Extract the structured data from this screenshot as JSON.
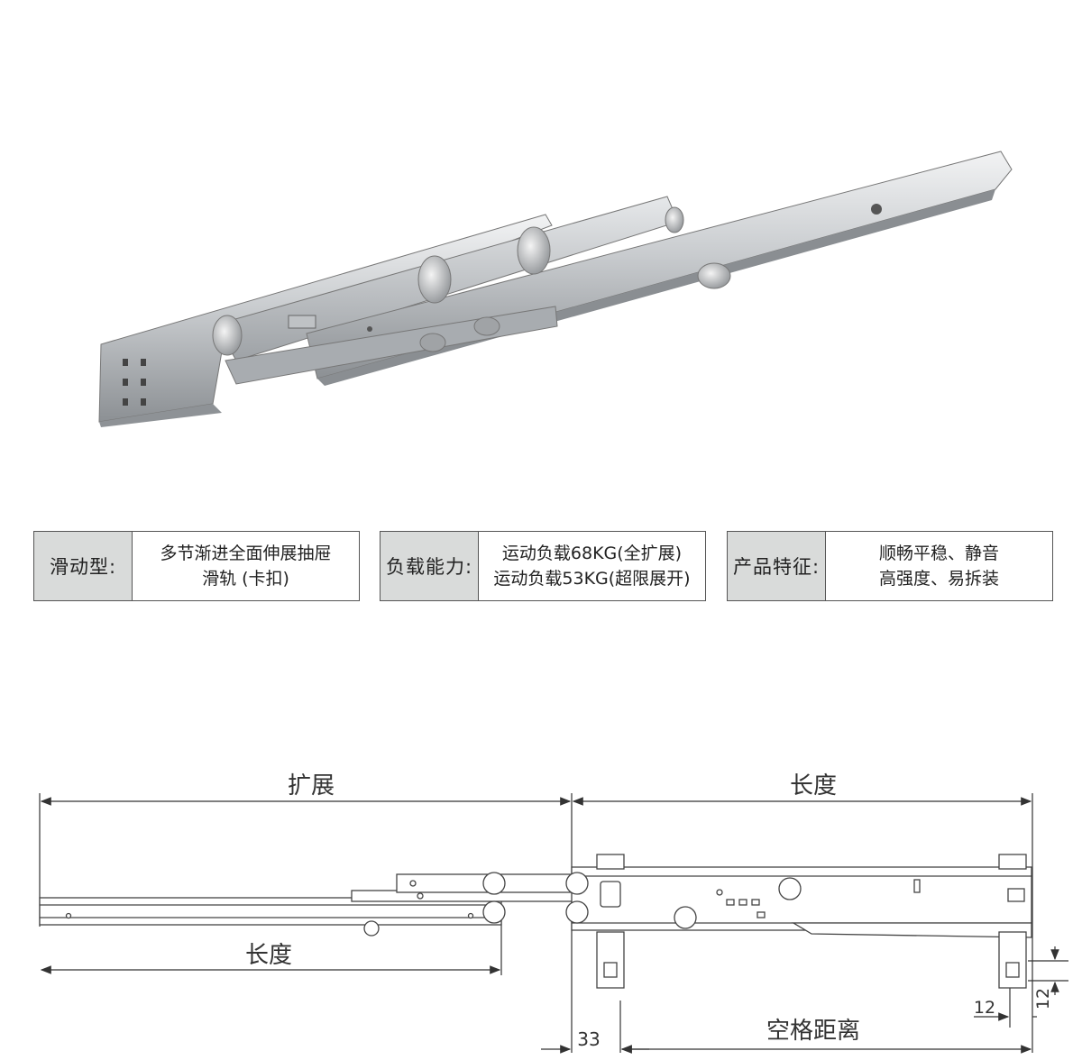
{
  "specs": [
    {
      "label": "滑动型:",
      "lines": [
        "多节渐进全面伸展抽屉",
        "滑轨 (卡扣)"
      ]
    },
    {
      "label": "负载能力:",
      "lines": [
        "运动负载68KG(全扩展)",
        "运动负载53KG(超限展开)"
      ]
    },
    {
      "label": "产品特征:",
      "lines": [
        "顺畅平稳、静音",
        "高强度、易拆装"
      ]
    }
  ],
  "drawing": {
    "extension_label": "扩展",
    "length_label_top": "长度",
    "length_label_bottom": "长度",
    "spacing_label": "空格距离",
    "dim_33": "33",
    "dim_12_horizontal": "12",
    "dim_12_vertical": "12"
  },
  "colors": {
    "label_bg": "#d9dbda",
    "border": "#555555",
    "line": "#333333"
  }
}
